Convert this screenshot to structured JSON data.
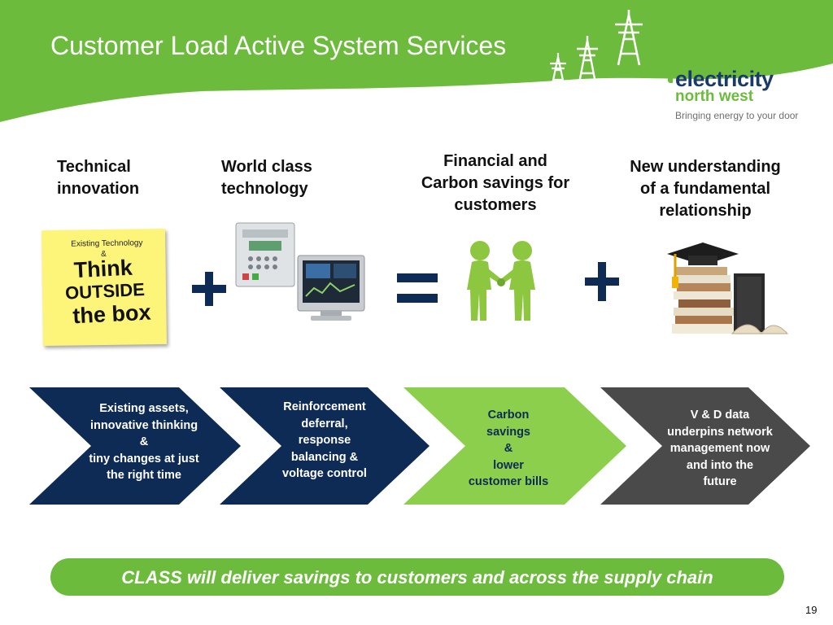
{
  "slide": {
    "title": "Customer Load Active System Services",
    "page_number": "19"
  },
  "colors": {
    "header_green": "#6cbb3c",
    "navy": "#0e2b56",
    "light_green": "#8bcf4c",
    "dark_grey": "#4a4a4a",
    "operator_navy": "#1a3a6b"
  },
  "logo": {
    "line1": "electricity",
    "line2": "north west",
    "tagline": "Bringing energy to your door",
    "decoration_icons": [
      "pylon-icon",
      "pylon-icon",
      "pylon-icon"
    ]
  },
  "columns": [
    {
      "heading": [
        "Technical",
        "innovation"
      ],
      "image": "sticky-note-image"
    },
    {
      "heading": [
        "World class",
        "technology"
      ],
      "image": "relay-and-monitor-image"
    },
    {
      "heading": [
        "Financial and",
        "Carbon savings for",
        "customers"
      ],
      "image": "handshake-figures-image"
    },
    {
      "heading": [
        "New understanding",
        "of  a fundamental",
        "relationship"
      ],
      "image": "mortarboard-books-image"
    }
  ],
  "operators": [
    "+",
    "=",
    "+"
  ],
  "sticky_note": {
    "line1": "Existing Technology",
    "line2": "&",
    "handwriting": [
      "Think",
      "OUTSIDE",
      "the box"
    ]
  },
  "chevrons": [
    {
      "lines": [
        "Existing assets,",
        "innovative thinking",
        "&",
        "tiny changes at just",
        "the right time"
      ],
      "color": "#0e2b56"
    },
    {
      "lines": [
        "Reinforcement",
        "deferral,",
        "response",
        "balancing &",
        "voltage control"
      ],
      "color": "#0e2b56"
    },
    {
      "lines": [
        "Carbon",
        "savings",
        "&",
        "lower",
        "customer bills"
      ],
      "color": "#8bcf4c"
    },
    {
      "lines": [
        "V & D  data",
        "underpins network",
        "management  now",
        "and into the",
        "future"
      ],
      "color": "#4a4a4a"
    }
  ],
  "banner": {
    "text": "CLASS will deliver savings to customers and across the supply chain"
  }
}
